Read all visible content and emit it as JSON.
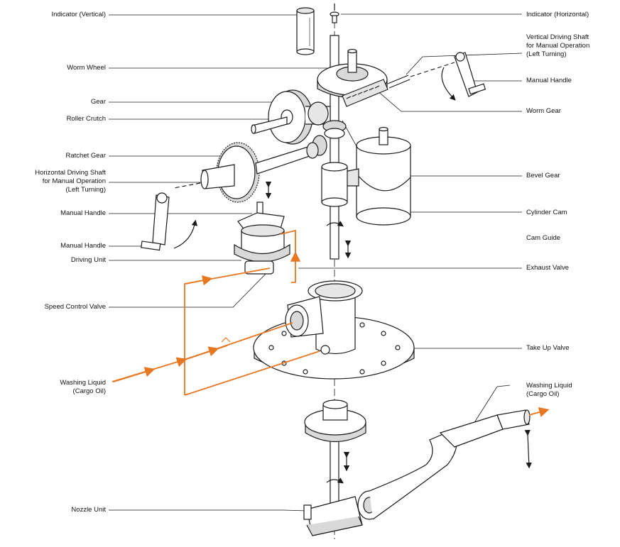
{
  "colors": {
    "line": "#1a1a1a",
    "part_fill": "#ffffff",
    "shade": "#d9d9d9",
    "flow": "#e87722"
  },
  "labels": {
    "indicator_vertical": "Indicator (Vertical)",
    "worm_wheel": "Worm Wheel",
    "gear": "Gear",
    "roller_crutch": "Roller Crutch",
    "ratchet_gear": "Ratchet Gear",
    "horizontal_driving_shaft": "Horizontal Driving Shaft\nfor Manual Operation\n(Left Turning)",
    "manual_handle_left_1": "Manual Handle",
    "manual_handle_left_2": "Manual Handle",
    "driving_unit": "Driving Unit",
    "speed_control_valve": "Speed Control Valve",
    "washing_liquid_left": "Washing Liquid\n(Cargo Oil)",
    "nozzle_unit": "Nozzle Unit",
    "indicator_horizontal": "Indicator (Horizontal)",
    "vertical_driving_shaft": "Vertical Driving Shaft\nfor Manual Operation\n(Left Turning)",
    "manual_handle_right": "Manual Handle",
    "worm_gear": "Worm Gear",
    "bevel_gear": "Bevel Gear",
    "cylinder_cam": "Cylinder Cam",
    "cam_guide": "Cam Guide",
    "exhaust_valve": "Exhaust Valve",
    "take_up_valve": "Take Up Valve",
    "washing_liquid_right": "Washing Liquid\n(Cargo Oil)"
  }
}
